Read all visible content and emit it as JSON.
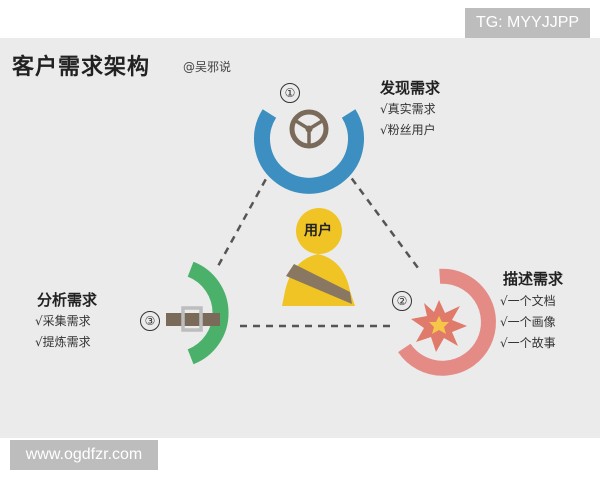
{
  "watermark_top": "TG: MYYJJPP",
  "watermark_bottom": "www.ogdfzr.com",
  "title": "客户需求架构",
  "author": "@吴邪说",
  "center_label": "用户",
  "nodes": [
    {
      "number": "①",
      "title": "发现需求",
      "items": [
        "√真实需求",
        "√粉丝用户"
      ],
      "color": "#3c8fc0",
      "icon": "steering-wheel-icon"
    },
    {
      "number": "②",
      "title": "描述需求",
      "items": [
        "√一个文档",
        "√一个画像",
        "√一个故事"
      ],
      "color": "#e58b85",
      "icon": "explosion-icon"
    },
    {
      "number": "③",
      "title": "分析需求",
      "items": [
        "√采集需求",
        "√提炼需求"
      ],
      "color": "#4bb06a",
      "icon": "seatbelt-icon"
    }
  ],
  "colors": {
    "user_body": "#f0c425",
    "user_sash": "#8a7761",
    "connector": "#555555"
  }
}
